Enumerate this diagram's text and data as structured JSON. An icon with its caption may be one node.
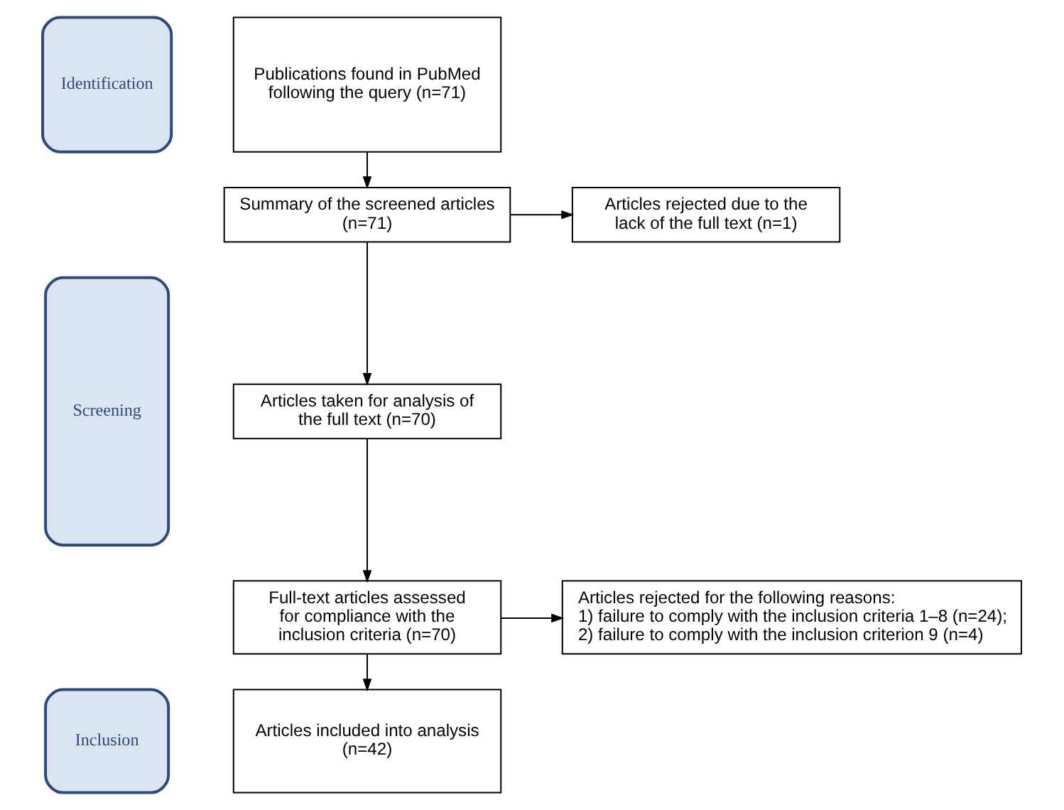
{
  "diagram": {
    "nodes": [
      {
        "text": [
          "Identification"
        ]
      },
      {
        "text": [
          "Publications found in PubMed following the query (n=71)"
        ]
      },
      {
        "text": [
          "Screening"
        ]
      },
      {
        "text": [
          "Summary of the screened articles (n=71)"
        ]
      },
      {
        "text": [
          "Articles rejected due to the lack of the full text (n=1)"
        ]
      },
      {
        "text": [
          "Articles taken for analysis of the full text (n=70)"
        ]
      },
      {
        "text": [
          "Full-text articles assessed for compliance with the inclusion criteria (n=70)"
        ]
      },
      {
        "text": [
          "Articles rejected for the following reasons:",
          "1) failure to comply with the inclusion criteria 1–8 (n=24);",
          "2) failure to comply with the inclusion criterion 9 (n=4)"
        ]
      },
      {
        "text": [
          "Inclusion"
        ]
      },
      {
        "text": [
          "Articles included into analysis (n=42)"
        ]
      }
    ],
    "edges": [
      {
        "from": 1,
        "to": 3,
        "arrow": "to"
      },
      {
        "from": 3,
        "to": 4,
        "arrow": "to"
      },
      {
        "from": 3,
        "to": 5,
        "arrow": "to"
      },
      {
        "from": 5,
        "to": 6,
        "arrow": "to"
      },
      {
        "from": 6,
        "to": 7,
        "arrow": "to"
      },
      {
        "from": 6,
        "to": 9,
        "arrow": "to"
      }
    ]
  }
}
